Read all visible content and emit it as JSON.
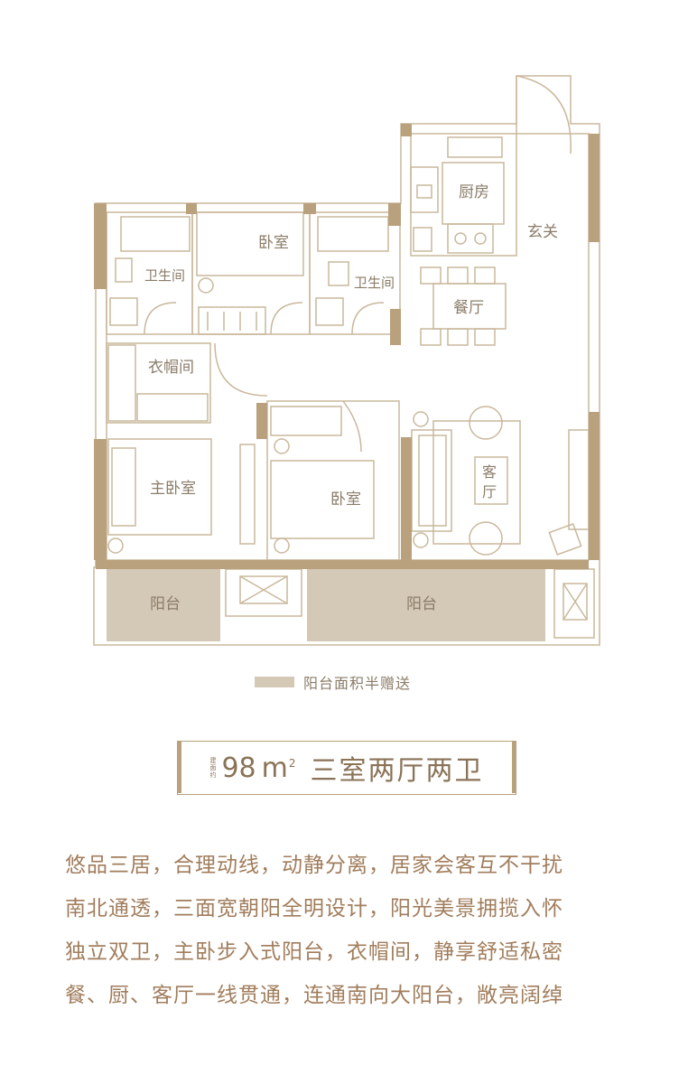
{
  "floorplan": {
    "rooms": {
      "kitchen": "厨房",
      "entrance": "玄关",
      "bedroom_north": "卧室",
      "bathroom_west": "卫生间",
      "bathroom_east": "卫生间",
      "dining": "餐厅",
      "cloakroom": "衣帽间",
      "master_bedroom": "主卧室",
      "bedroom_south": "卧室",
      "living_room_line1": "客",
      "living_room_line2": "厅",
      "balcony_west": "阳台",
      "balcony_east": "阳台"
    },
    "balcony_color": "#d4c8b6",
    "wall_color": "#b8a17c",
    "line_color": "#c9b89c"
  },
  "legend": {
    "label": "阳台面积半赠送"
  },
  "title": {
    "area_prefix_chars": [
      "建",
      "面",
      "约"
    ],
    "area_value": "98",
    "area_unit": "m",
    "area_superscript": "2",
    "layout": "三室两厅两卫"
  },
  "description": [
    "悠品三居，合理动线，动静分离，居家会客互不干扰",
    "南北通透，三面宽朝阳全明设计，阳光美景拥揽入怀",
    "独立双卫，主卧步入式阳台，衣帽间，静享舒适私密",
    "餐、厨、客厅一线贯通，连通南向大阳台，敞亮阔绰"
  ]
}
